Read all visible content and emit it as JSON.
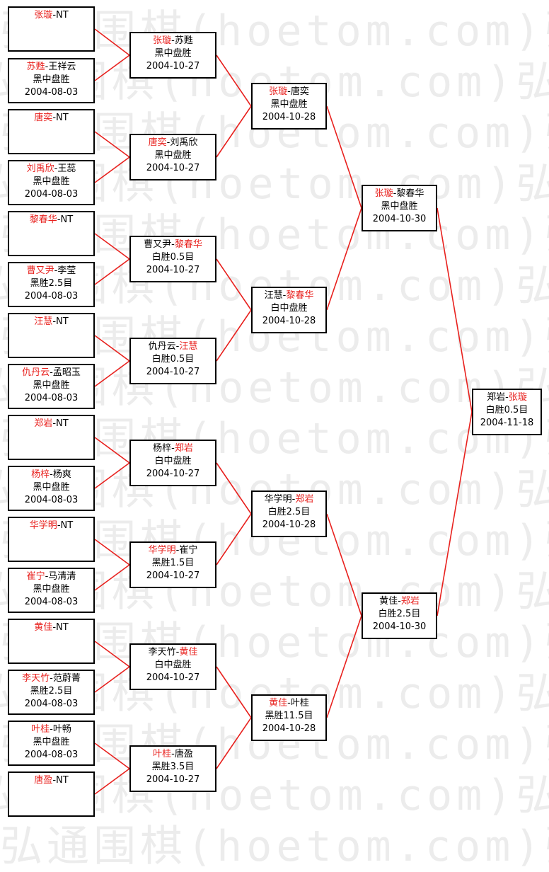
{
  "watermark": {
    "text": "弘通围棋(hoetom.com)弘通围棋(hoetom.com)"
  },
  "colors": {
    "winner": "#e8211e",
    "connector": "#e8211e",
    "border": "#000000"
  },
  "matches": [
    {
      "id": "r1-1",
      "p1": "张璇",
      "p2": "NT",
      "winner": 1,
      "result": "",
      "date": ""
    },
    {
      "id": "r1-2",
      "p1": "苏甦",
      "p2": "王祥云",
      "winner": 1,
      "result": "黑中盘胜",
      "date": "2004-08-03"
    },
    {
      "id": "r1-3",
      "p1": "唐奕",
      "p2": "NT",
      "winner": 1,
      "result": "",
      "date": ""
    },
    {
      "id": "r1-4",
      "p1": "刘禹欣",
      "p2": "王蕊",
      "winner": 1,
      "result": "黑中盘胜",
      "date": "2004-08-03"
    },
    {
      "id": "r1-5",
      "p1": "黎春华",
      "p2": "NT",
      "winner": 1,
      "result": "",
      "date": ""
    },
    {
      "id": "r1-6",
      "p1": "曹又尹",
      "p2": "李莹",
      "winner": 1,
      "result": "黑胜2.5目",
      "date": "2004-08-03"
    },
    {
      "id": "r1-7",
      "p1": "汪慧",
      "p2": "NT",
      "winner": 1,
      "result": "",
      "date": ""
    },
    {
      "id": "r1-8",
      "p1": "仇丹云",
      "p2": "孟昭玉",
      "winner": 1,
      "result": "黑中盘胜",
      "date": "2004-08-03"
    },
    {
      "id": "r1-9",
      "p1": "郑岩",
      "p2": "NT",
      "winner": 1,
      "result": "",
      "date": ""
    },
    {
      "id": "r1-10",
      "p1": "杨梓",
      "p2": "杨爽",
      "winner": 1,
      "result": "黑中盘胜",
      "date": "2004-08-03"
    },
    {
      "id": "r1-11",
      "p1": "华学明",
      "p2": "NT",
      "winner": 1,
      "result": "",
      "date": ""
    },
    {
      "id": "r1-12",
      "p1": "崔宁",
      "p2": "马清清",
      "winner": 1,
      "result": "黑中盘胜",
      "date": "2004-08-03"
    },
    {
      "id": "r1-13",
      "p1": "黄佳",
      "p2": "NT",
      "winner": 1,
      "result": "",
      "date": ""
    },
    {
      "id": "r1-14",
      "p1": "李天竹",
      "p2": "范蔚菁",
      "winner": 1,
      "result": "黑胜2.5目",
      "date": "2004-08-03"
    },
    {
      "id": "r1-15",
      "p1": "叶桂",
      "p2": "叶畅",
      "winner": 1,
      "result": "黑中盘胜",
      "date": "2004-08-03"
    },
    {
      "id": "r1-16",
      "p1": "唐盈",
      "p2": "NT",
      "winner": 1,
      "result": "",
      "date": ""
    },
    {
      "id": "r2-1",
      "p1": "张璇",
      "p2": "苏甦",
      "winner": 1,
      "result": "黑中盘胜",
      "date": "2004-10-27"
    },
    {
      "id": "r2-2",
      "p1": "唐奕",
      "p2": "刘禹欣",
      "winner": 1,
      "result": "黑中盘胜",
      "date": "2004-10-27"
    },
    {
      "id": "r2-3",
      "p1": "曹又尹",
      "p2": "黎春华",
      "winner": 2,
      "result": "白胜0.5目",
      "date": "2004-10-27"
    },
    {
      "id": "r2-4",
      "p1": "仇丹云",
      "p2": "汪慧",
      "winner": 2,
      "result": "白胜0.5目",
      "date": "2004-10-27"
    },
    {
      "id": "r2-5",
      "p1": "杨梓",
      "p2": "郑岩",
      "winner": 2,
      "result": "白中盘胜",
      "date": "2004-10-27"
    },
    {
      "id": "r2-6",
      "p1": "华学明",
      "p2": "崔宁",
      "winner": 1,
      "result": "黑胜1.5目",
      "date": "2004-10-27"
    },
    {
      "id": "r2-7",
      "p1": "李天竹",
      "p2": "黄佳",
      "winner": 2,
      "result": "白中盘胜",
      "date": "2004-10-27"
    },
    {
      "id": "r2-8",
      "p1": "叶桂",
      "p2": "唐盈",
      "winner": 1,
      "result": "黑胜3.5目",
      "date": "2004-10-27"
    },
    {
      "id": "r3-1",
      "p1": "张璇",
      "p2": "唐奕",
      "winner": 1,
      "result": "黑中盘胜",
      "date": "2004-10-28"
    },
    {
      "id": "r3-2",
      "p1": "汪慧",
      "p2": "黎春华",
      "winner": 2,
      "result": "白中盘胜",
      "date": "2004-10-28"
    },
    {
      "id": "r3-3",
      "p1": "华学明",
      "p2": "郑岩",
      "winner": 2,
      "result": "白胜2.5目",
      "date": "2004-10-28"
    },
    {
      "id": "r3-4",
      "p1": "黄佳",
      "p2": "叶桂",
      "winner": 1,
      "result": "黑胜11.5目",
      "date": "2004-10-28"
    },
    {
      "id": "r4-1",
      "p1": "张璇",
      "p2": "黎春华",
      "winner": 1,
      "result": "黑中盘胜",
      "date": "2004-10-30"
    },
    {
      "id": "r4-2",
      "p1": "黄佳",
      "p2": "郑岩",
      "winner": 2,
      "result": "白胜2.5目",
      "date": "2004-10-30"
    },
    {
      "id": "final",
      "p1": "郑岩",
      "p2": "张璇",
      "winner": 2,
      "result": "白胜0.5目",
      "date": "2004-11-18"
    }
  ]
}
